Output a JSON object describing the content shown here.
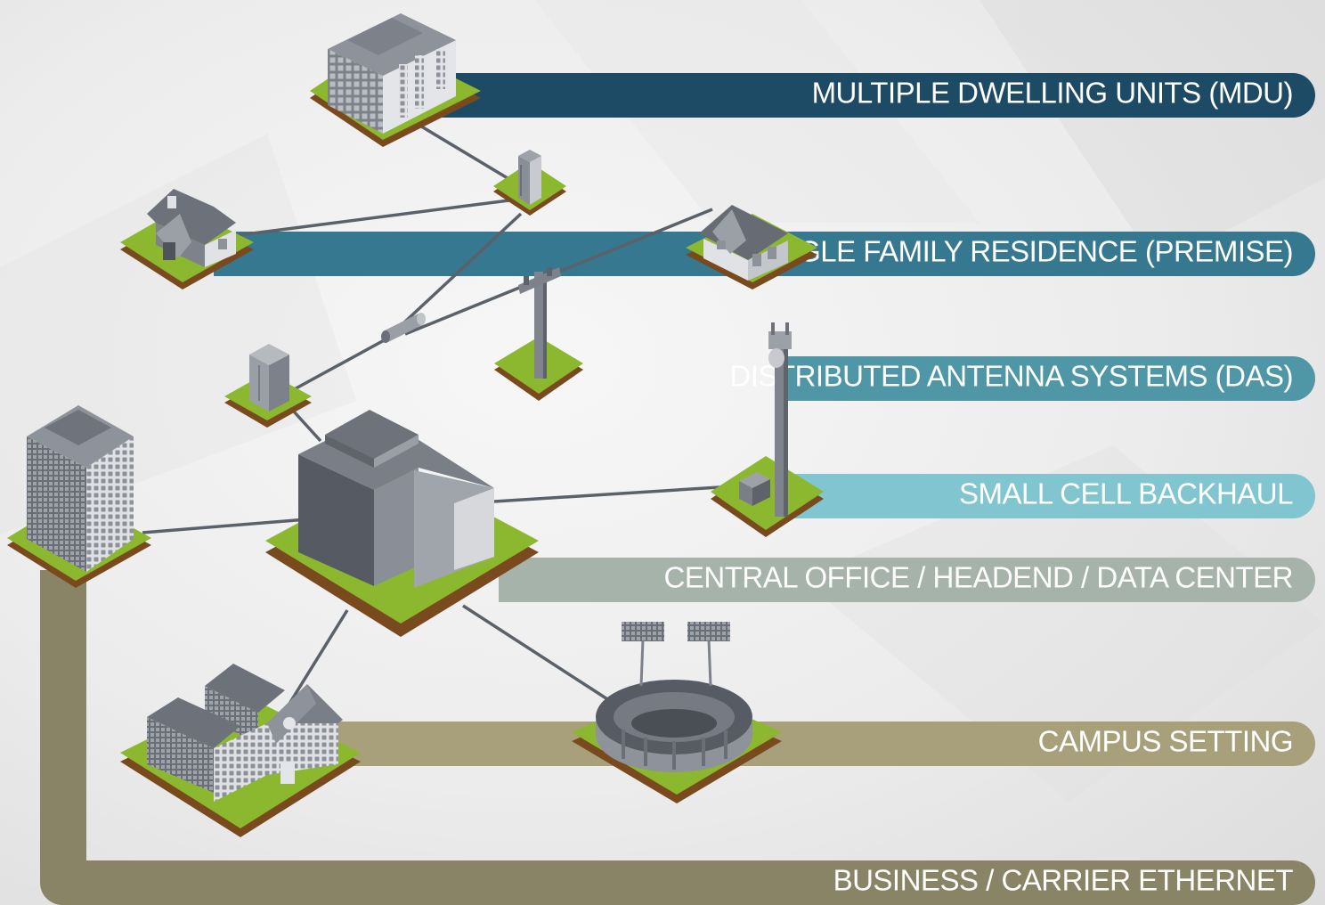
{
  "diagram": {
    "title": "",
    "bands": [
      {
        "id": "mdu",
        "label": "MULTIPLE DWELLING UNITS (MDU)",
        "color": "#1d4a64"
      },
      {
        "id": "sfr",
        "label": "SINGLE FAMILY RESIDENCE (PREMISE)",
        "color": "#36788f"
      },
      {
        "id": "das",
        "label": "DISTRIBUTED ANTENNA SYSTEMS (DAS)",
        "color": "#4f97a6"
      },
      {
        "id": "smc",
        "label": "SMALL CELL BACKHAUL",
        "color": "#80c5d0"
      },
      {
        "id": "co",
        "label": "CENTRAL OFFICE / HEADEND / DATA CENTER",
        "color": "#a5b3ab"
      },
      {
        "id": "campus",
        "label": "CAMPUS SETTING",
        "color": "#a7a07a"
      },
      {
        "id": "biz",
        "label": "BUSINESS / CARRIER ETHERNET",
        "color": "#8a8466"
      }
    ],
    "nodes": [
      {
        "id": "mdu-building",
        "icon": "apartment-building-icon"
      },
      {
        "id": "cabinet-top",
        "icon": "network-cabinet-icon"
      },
      {
        "id": "house-left",
        "icon": "house-icon"
      },
      {
        "id": "house-right",
        "icon": "house-icon"
      },
      {
        "id": "utility-pole",
        "icon": "utility-pole-icon"
      },
      {
        "id": "splice-closure",
        "icon": "splice-closure-icon"
      },
      {
        "id": "street-cabinet",
        "icon": "street-cabinet-icon"
      },
      {
        "id": "central-office",
        "icon": "data-center-icon"
      },
      {
        "id": "cell-tower",
        "icon": "cell-tower-icon"
      },
      {
        "id": "office-tower",
        "icon": "office-tower-icon"
      },
      {
        "id": "campus",
        "icon": "campus-building-icon"
      },
      {
        "id": "stadium",
        "icon": "stadium-icon"
      }
    ],
    "ground_colors": {
      "grass": "#8cb82f",
      "soil": "#7a4a1f"
    },
    "link_color": "#5b6169"
  }
}
